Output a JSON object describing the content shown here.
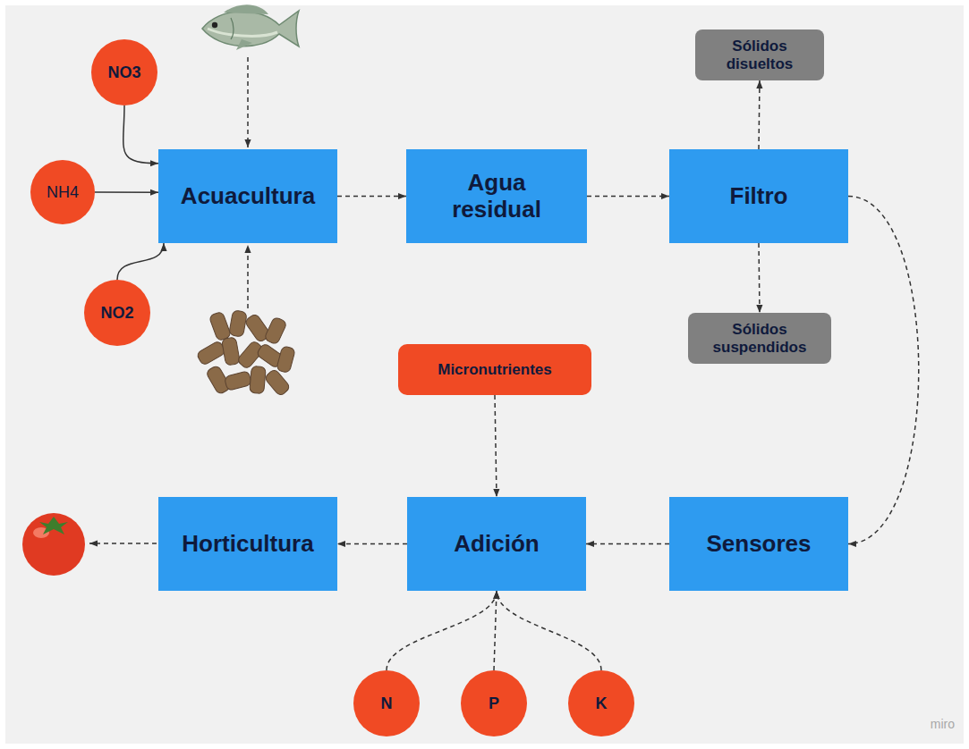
{
  "diagram": {
    "nodes": [
      {
        "text": [
          "NO3"
        ]
      },
      {
        "text": [
          "NH4"
        ]
      },
      {
        "text": [
          "NO2"
        ]
      },
      {
        "text": [
          "Acuacultura"
        ]
      },
      {
        "text": [
          "Agua residual"
        ]
      },
      {
        "text": [
          "Filtro"
        ]
      },
      {
        "text": [
          "Sólidos disueltos"
        ]
      },
      {
        "text": [
          "Sólidos suspendidos"
        ]
      },
      {
        "text": [
          "Micronutrientes"
        ]
      },
      {
        "text": [
          "Horticultura"
        ]
      },
      {
        "text": [
          "Adición"
        ]
      },
      {
        "text": [
          "Sensores"
        ]
      },
      {
        "text": [
          "N"
        ]
      },
      {
        "text": [
          "P"
        ]
      },
      {
        "text": [
          "K"
        ]
      }
    ],
    "edges": [
      {
        "from": 0,
        "to": 3,
        "arrow": "to"
      },
      {
        "from": 1,
        "to": 3,
        "arrow": "to"
      },
      {
        "from": 2,
        "to": 3,
        "arrow": "to"
      },
      {
        "from": 3,
        "to": 4,
        "arrow": "to"
      },
      {
        "from": 4,
        "to": 5,
        "arrow": "to"
      },
      {
        "from": 5,
        "to": 6,
        "arrow": "to"
      },
      {
        "from": 5,
        "to": 7,
        "arrow": "to"
      },
      {
        "from": 5,
        "to": 11,
        "arrow": "to"
      },
      {
        "from": 11,
        "to": 10,
        "arrow": "to"
      },
      {
        "from": 8,
        "to": 10,
        "arrow": "to"
      },
      {
        "from": 10,
        "to": 9,
        "arrow": "to"
      },
      {
        "from": 12,
        "to": 10,
        "arrow": "to"
      },
      {
        "from": 13,
        "to": 10,
        "arrow": "to"
      },
      {
        "from": 14,
        "to": 10,
        "arrow": "to"
      }
    ],
    "labels": [
      "miro"
    ]
  }
}
